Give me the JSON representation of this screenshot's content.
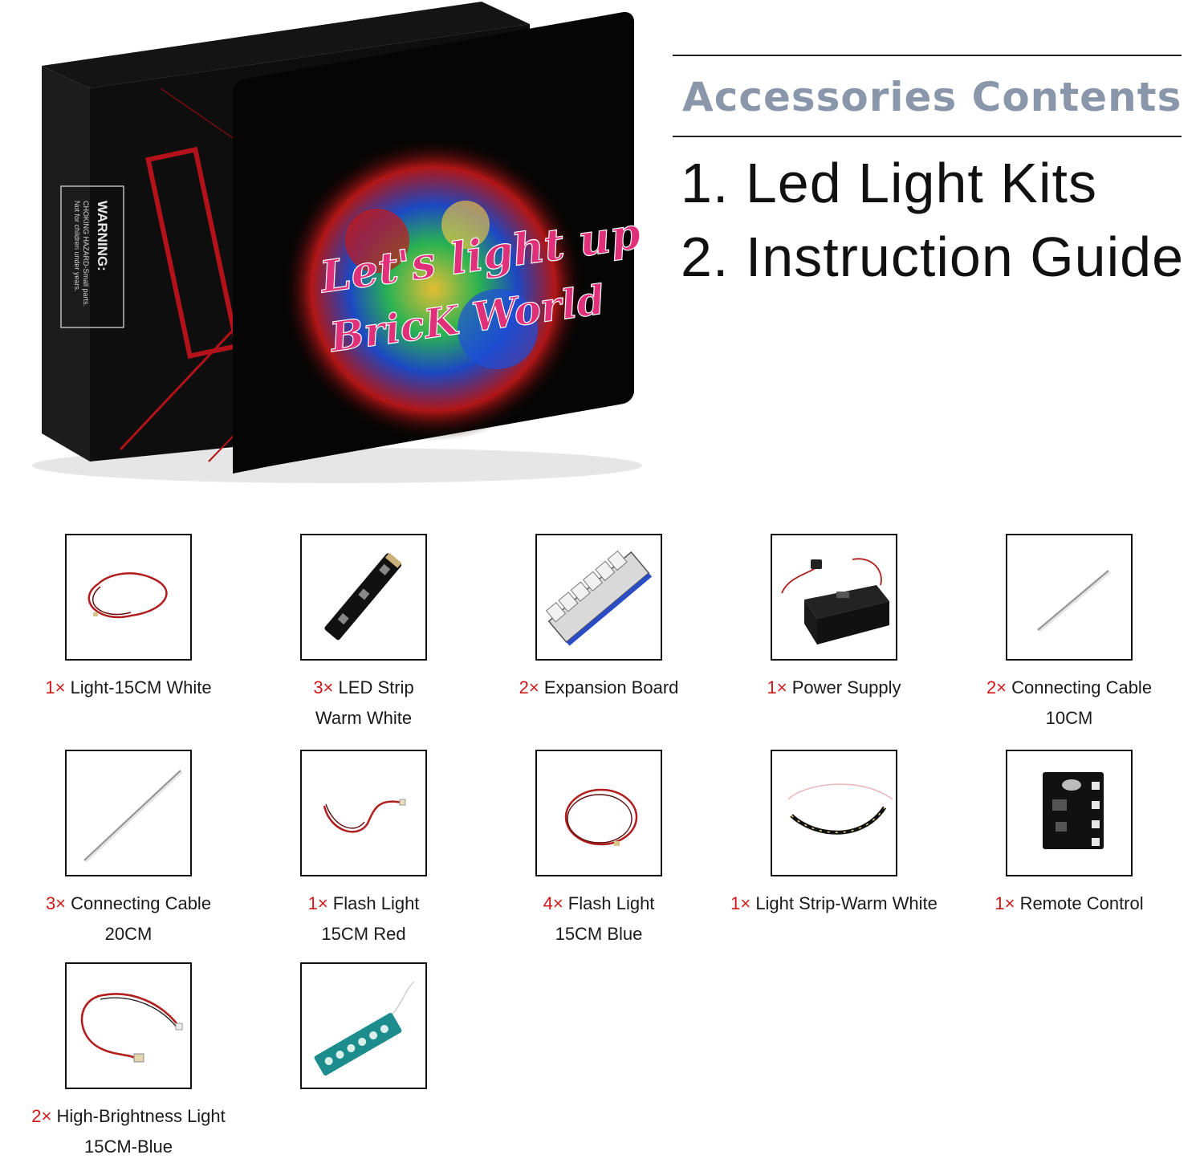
{
  "package": {
    "warning_title": "WARNING:",
    "warning_text_1": "CHOKING HAZARD-Small parts.",
    "warning_text_2": "Not for children under years.",
    "card_slogan_1": "Let's light up",
    "card_slogan_2": "BricK World"
  },
  "header": {
    "title": "Accessories Contents",
    "items": [
      "1. Led Light Kits",
      "2. Instruction Guide"
    ]
  },
  "colors": {
    "title": "#8a97ab",
    "quantity": "#d01818",
    "wire": "#b01e1e"
  },
  "accessories": [
    {
      "qty": "1×",
      "name": "Light-15CM White",
      "name2": "",
      "icon": "light-wire-icon"
    },
    {
      "qty": "3×",
      "name": "LED Strip",
      "name2": "Warm White",
      "icon": "led-strip-icon"
    },
    {
      "qty": "2×",
      "name": "Expansion Board",
      "name2": "",
      "icon": "expansion-board-icon"
    },
    {
      "qty": "1×",
      "name": "Power Supply",
      "name2": "",
      "icon": "battery-box-icon"
    },
    {
      "qty": "2×",
      "name": "Connecting Cable",
      "name2": "10CM",
      "icon": "cable-short-icon"
    },
    {
      "qty": "3×",
      "name": "Connecting Cable",
      "name2": "20CM",
      "icon": "cable-long-icon"
    },
    {
      "qty": "1×",
      "name": "Flash Light",
      "name2": "15CM Red",
      "icon": "flash-light-red-icon"
    },
    {
      "qty": "4×",
      "name": "Flash Light",
      "name2": "15CM Blue",
      "icon": "flash-light-blue-icon"
    },
    {
      "qty": "1×",
      "name": "Light Strip-Warm White",
      "name2": "",
      "icon": "light-strip-icon"
    },
    {
      "qty": "1×",
      "name": "Remote Control",
      "name2": "",
      "icon": "remote-control-icon"
    },
    {
      "qty": "2×",
      "name": "High-Brightness Light",
      "name2": "15CM-Blue",
      "icon": "high-brightness-light-icon"
    },
    {
      "qty": "",
      "name": "",
      "name2": "",
      "icon": "teal-led-board-icon"
    }
  ]
}
